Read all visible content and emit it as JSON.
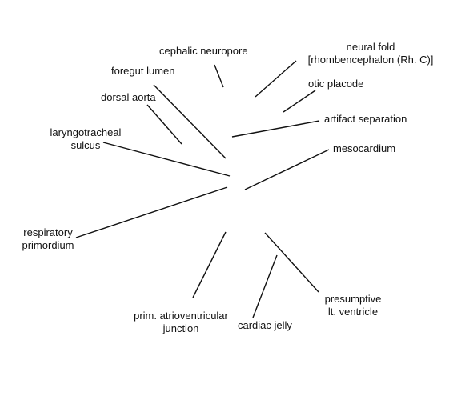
{
  "labels": {
    "cephalic_neuropore": "cephalic neuropore",
    "neural_fold": "neural fold",
    "neural_fold_detail": "[rhombencephalon (Rh. C)]",
    "foregut_lumen": "foregut lumen",
    "otic_placode": "otic placode",
    "dorsal_aorta": "dorsal aorta",
    "artifact_separation": "artifact separation",
    "laryngotracheal_1": "laryngotracheal",
    "laryngotracheal_2": "sulcus",
    "mesocardium": "mesocardium",
    "respiratory_1": "respiratory",
    "respiratory_2": "primordium",
    "presumptive_1": "presumptive",
    "presumptive_2": "lt. ventricle",
    "prim_av_1": "prim. atrioventricular",
    "prim_av_2": "junction",
    "cardiac_jelly": "cardiac jelly"
  }
}
